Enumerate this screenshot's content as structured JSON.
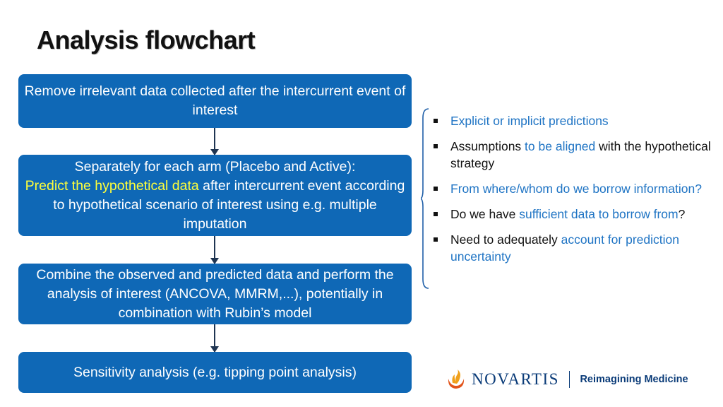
{
  "title": "Analysis flowchart",
  "flow": {
    "step1": "Remove irrelevant data collected after the intercurrent event of interest",
    "step2": {
      "line1": "Separately for each arm (Placebo and Active):",
      "highlight": "Predict the hypothetical data",
      "rest": " after intercurrent event according to hypothetical scenario of interest using e.g. multiple imputation"
    },
    "step3": "Combine the observed and predicted data and perform the analysis of interest (ANCOVA, MMRM,...), potentially in combination with Rubin’s model",
    "step4": "Sensitivity analysis (e.g. tipping point analysis)"
  },
  "considerations": [
    {
      "parts": [
        {
          "text": "Explicit or implicit predictions",
          "blue": true
        }
      ]
    },
    {
      "parts": [
        {
          "text": "Assumptions ",
          "blue": false
        },
        {
          "text": "to be aligned",
          "blue": true
        },
        {
          "text": " with the hypothetical strategy",
          "blue": false
        }
      ]
    },
    {
      "parts": [
        {
          "text": "From where/whom do we borrow information?",
          "blue": true
        }
      ]
    },
    {
      "parts": [
        {
          "text": "Do we have ",
          "blue": false
        },
        {
          "text": "sufficient data to borrow from",
          "blue": true
        },
        {
          "text": "?",
          "blue": false
        }
      ]
    },
    {
      "parts": [
        {
          "text": "Need to adequately ",
          "blue": false
        },
        {
          "text": "account for prediction uncertainty",
          "blue": true
        }
      ]
    }
  ],
  "logo": {
    "brand": "NOVARTIS",
    "tagline": "Reimagining Medicine"
  },
  "colors": {
    "box": "#0f68b6",
    "highlight": "#ffff3a",
    "accent_text": "#1f74c4",
    "brand": "#0a3b78"
  }
}
